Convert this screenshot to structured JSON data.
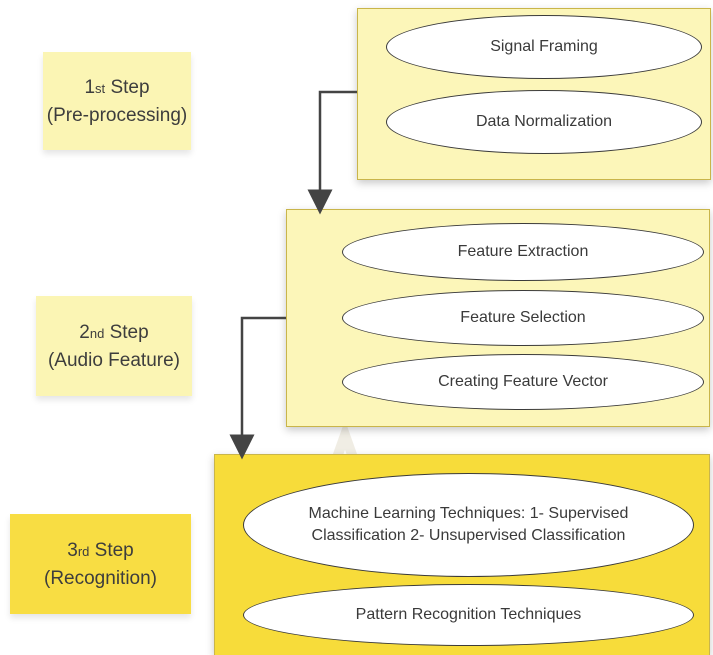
{
  "colors": {
    "label_pale": "#fbf5b4",
    "label_strong": "#f8dd43",
    "panel_pale": "#fcf6b9",
    "panel_strong": "#f7dc3a",
    "outline": "#3b3b3b",
    "arrow": "#444444"
  },
  "steps": [
    {
      "num": "1",
      "ordinal": "st",
      "word": "Step",
      "name": "(Pre-processing)",
      "tasks": [
        "Signal Framing",
        "Data Normalization"
      ]
    },
    {
      "num": "2",
      "ordinal": "nd",
      "word": "Step",
      "name": "(Audio Feature)",
      "tasks": [
        "Feature Extraction",
        "Feature Selection",
        "Creating Feature Vector"
      ]
    },
    {
      "num": "3",
      "ordinal": "rd",
      "word": "Step",
      "name": "(Recognition)",
      "tasks": [
        "Machine Learning Techniques: 1- Supervised Classification 2- Unsupervised Classification",
        "Pattern Recognition Techniques"
      ]
    }
  ]
}
